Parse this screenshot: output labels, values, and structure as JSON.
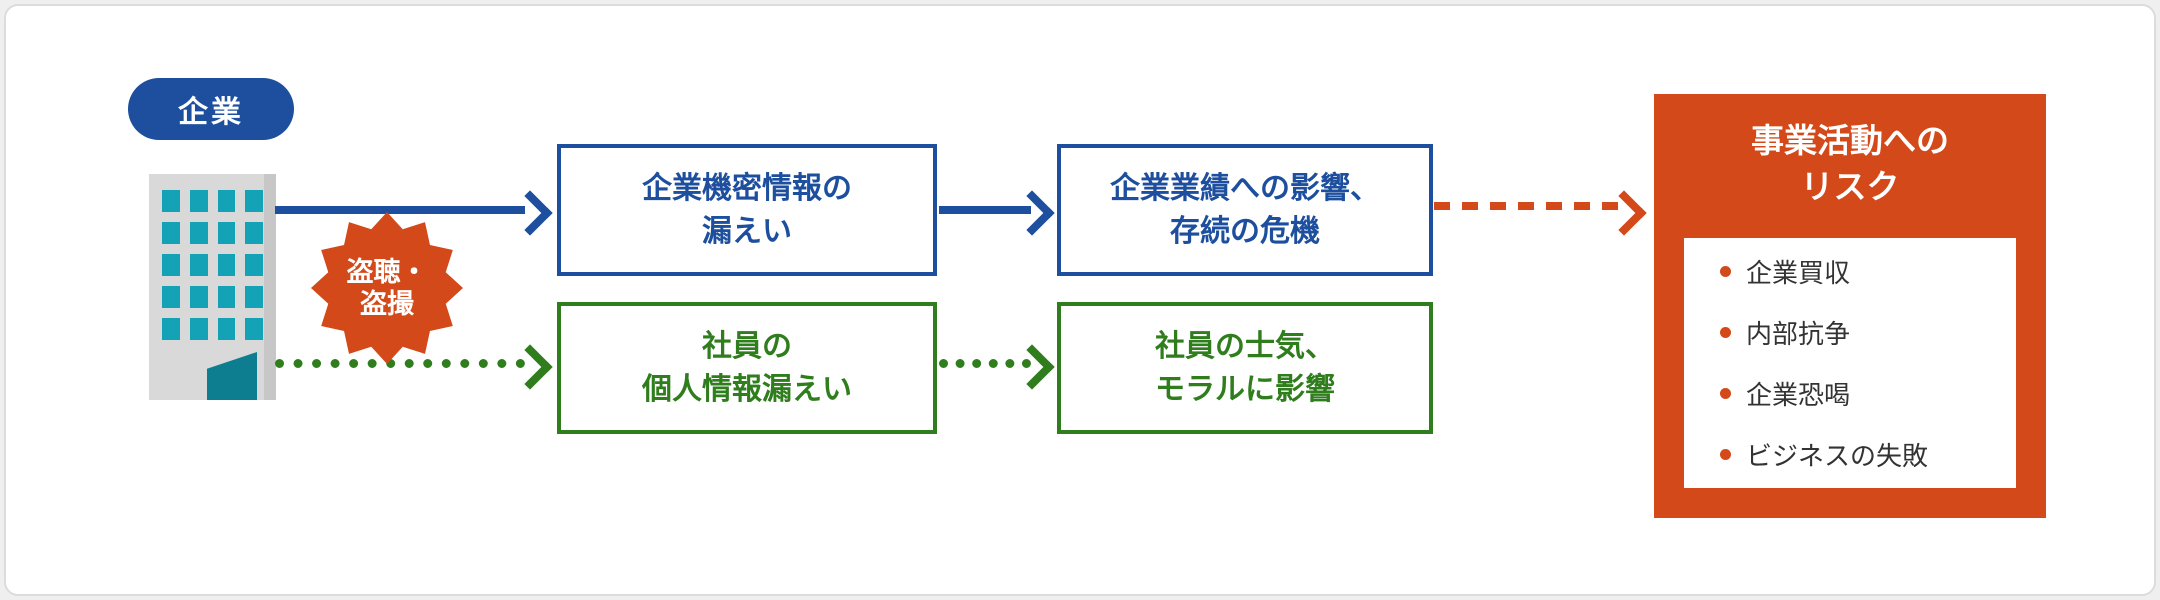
{
  "badge": {
    "label": "企業"
  },
  "starburst": {
    "line1": "盗聴・",
    "line2": "盗撮"
  },
  "boxes": {
    "blue1": {
      "line1": "企業機密情報の",
      "line2": "漏えい"
    },
    "blue2": {
      "line1": "企業業績への影響、",
      "line2": "存続の危機"
    },
    "green1": {
      "line1": "社員の",
      "line2": "個人情報漏えい"
    },
    "green2": {
      "line1": "社員の士気、",
      "line2": "モラルに影響"
    }
  },
  "risk_panel": {
    "title_line1": "事業活動への",
    "title_line2": "リスク",
    "items": [
      "企業買収",
      "内部抗争",
      "企業恐喝",
      "ビジネスの失敗"
    ]
  },
  "colors": {
    "blue": "#1d4f9e",
    "green": "#2f7d1d",
    "orange": "#d3491a",
    "teal_window": "#14a3b6",
    "teal_door": "#0c7e90",
    "building_gray": "#d9d9d9"
  }
}
